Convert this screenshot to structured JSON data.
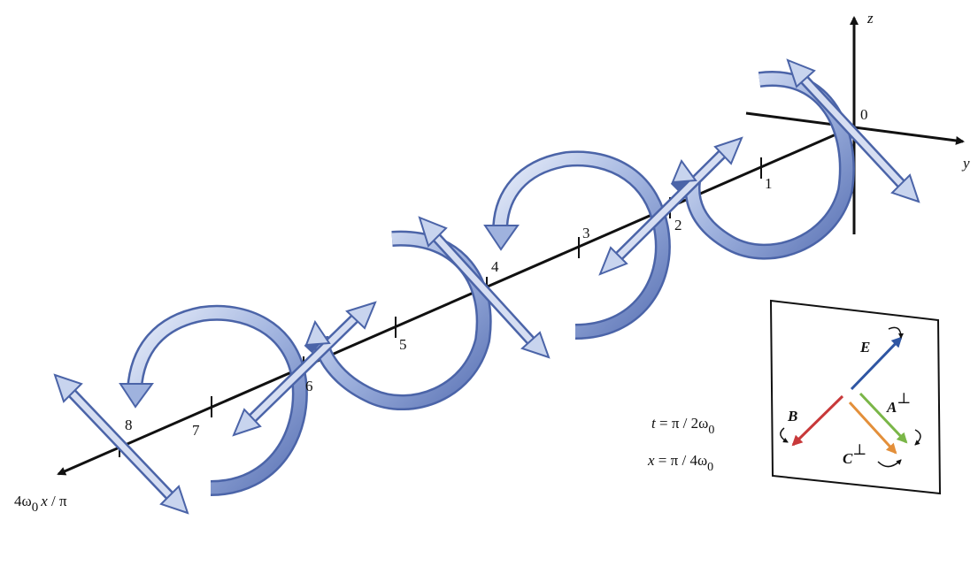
{
  "axes": {
    "z_label": "z",
    "y_label": "y",
    "origin_label": "0",
    "x_axis_label": {
      "pre": "4ω",
      "sub": "0",
      "var": "x",
      "post": " / π"
    }
  },
  "ticks": [
    "1",
    "2",
    "3",
    "4",
    "5",
    "6",
    "7",
    "8"
  ],
  "panel": {
    "t_eq": {
      "var": "t",
      "rhs": " = π / 2ω",
      "sub": "0"
    },
    "x_eq": {
      "var": "x",
      "rhs": " = π / 4ω",
      "sub": "0"
    },
    "vectors": {
      "E": {
        "label": "E",
        "sup": "",
        "color": "#2f56a3"
      },
      "B": {
        "label": "B",
        "sup": "",
        "color": "#c8393a"
      },
      "A": {
        "label": "A",
        "sup": "⊥",
        "color": "#7ab648"
      },
      "C": {
        "label": "C",
        "sup": "⊥",
        "color": "#e38f3a"
      }
    }
  },
  "colors": {
    "arrow_fill": "#c8d4ee",
    "arrow_edge": "#4b64a8",
    "axis": "#111111"
  }
}
